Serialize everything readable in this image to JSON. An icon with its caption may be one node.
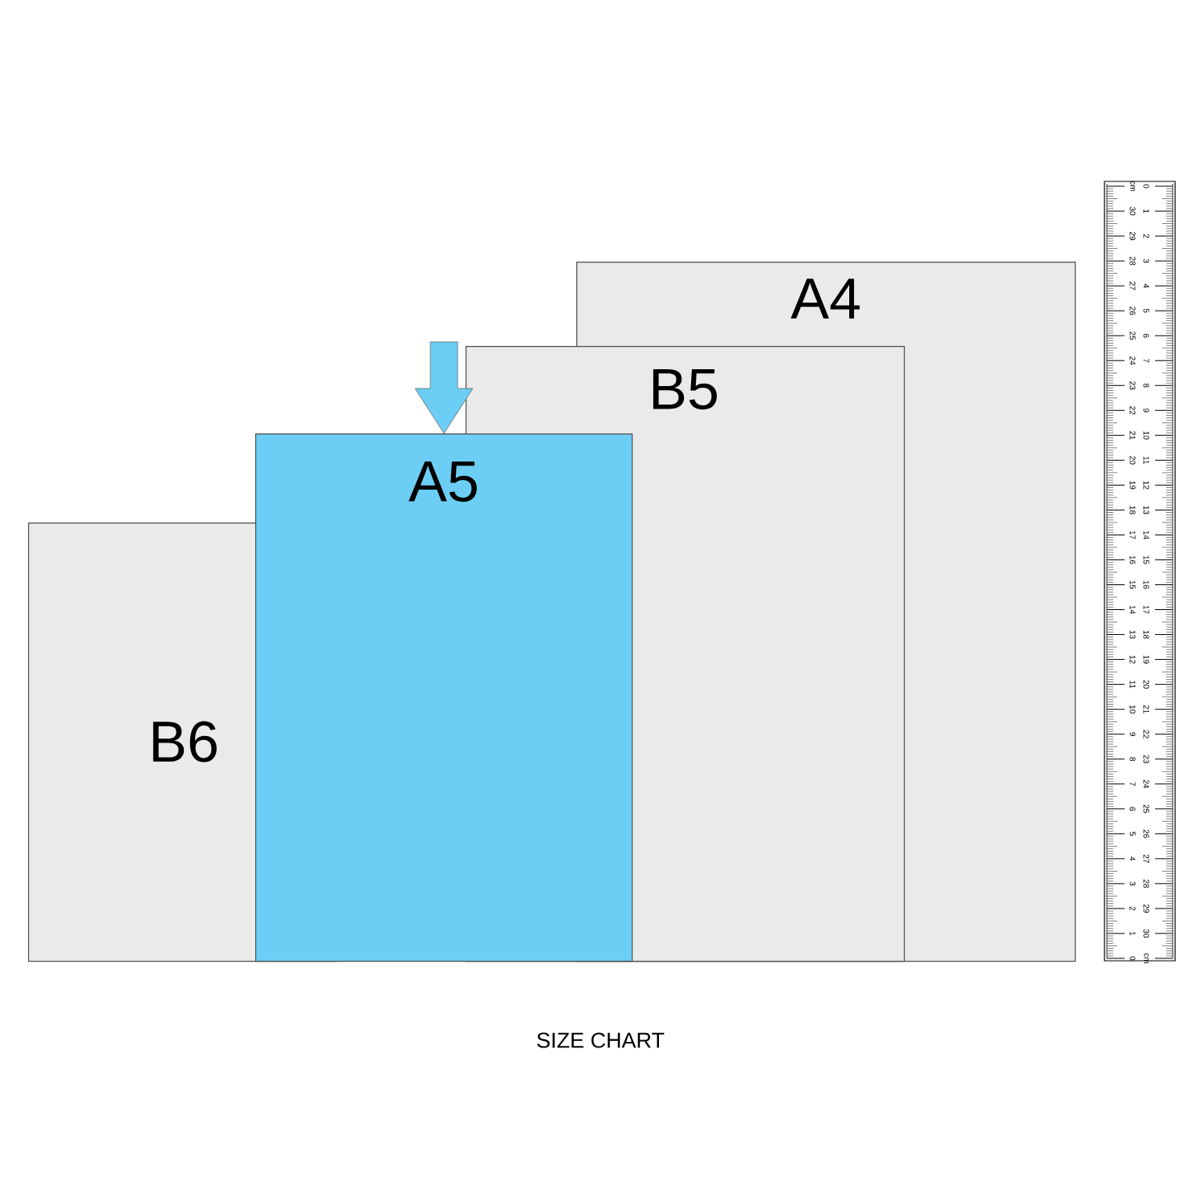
{
  "diagram": {
    "caption": "SIZE CHART",
    "nodes": [
      {
        "text": [
          "A4"
        ]
      },
      {
        "text": [
          "B5"
        ]
      },
      {
        "text": [
          "A5"
        ]
      },
      {
        "text": [
          "B6"
        ]
      }
    ],
    "edges": [
      {
        "from": null,
        "to": 2,
        "arrow": "to",
        "color": "#6dcef5"
      }
    ],
    "labels": [
      "cm",
      "0",
      "30",
      "1",
      "29",
      "2",
      "28",
      "3",
      "27",
      "4",
      "26",
      "5",
      "25",
      "6",
      "24",
      "7",
      "23",
      "8",
      "22",
      "9",
      "21",
      "10",
      "20",
      "11",
      "19",
      "12",
      "18",
      "13",
      "17",
      "14",
      "16",
      "15",
      "15",
      "16",
      "14",
      "17",
      "13",
      "18",
      "12",
      "19",
      "11",
      "20",
      "10",
      "21",
      "9",
      "22",
      "8",
      "23",
      "7",
      "24",
      "6",
      "25",
      "5",
      "26",
      "4",
      "27",
      "3",
      "28",
      "2",
      "29",
      "1",
      "30",
      "0",
      "cm"
    ]
  }
}
